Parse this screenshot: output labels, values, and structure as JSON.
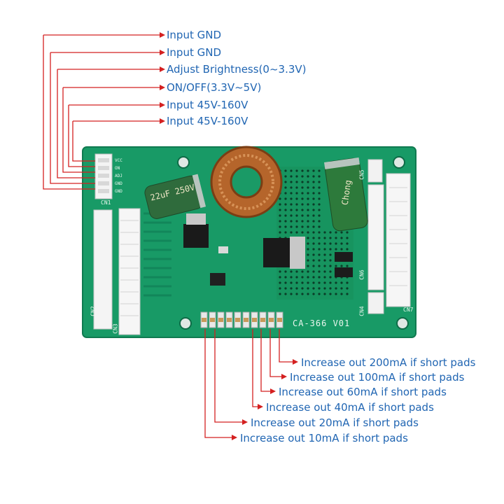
{
  "top_labels": [
    "Input GND",
    "Input GND",
    "Adjust Brightness(0~3.3V)",
    "ON/OFF(3.3V~5V)",
    "Input 45V-160V",
    "Input 45V-160V"
  ],
  "bottom_labels": [
    "Increase out 200mA if short pads",
    "Increase out 100mA if short pads",
    "Increase out 60mA if short pads",
    "Increase out 40mA if short pads",
    "Increase out 20mA if short pads",
    "Increase out 10mA if short pads"
  ],
  "board": {
    "model": "CA-366 V01",
    "capacitor_left": "22uF 250V",
    "capacitor_right": "Chong",
    "connectors": [
      "CN1",
      "CN2",
      "CN3",
      "CN4",
      "CN5",
      "CN6",
      "CN7"
    ],
    "pin_labels": [
      "VCC",
      "ON",
      "ADJ",
      "GND",
      "GND"
    ]
  },
  "colors": {
    "pcb": "#189a66",
    "arrow": "#d42020",
    "label": "#2166b3",
    "copper": "#b5652b"
  }
}
